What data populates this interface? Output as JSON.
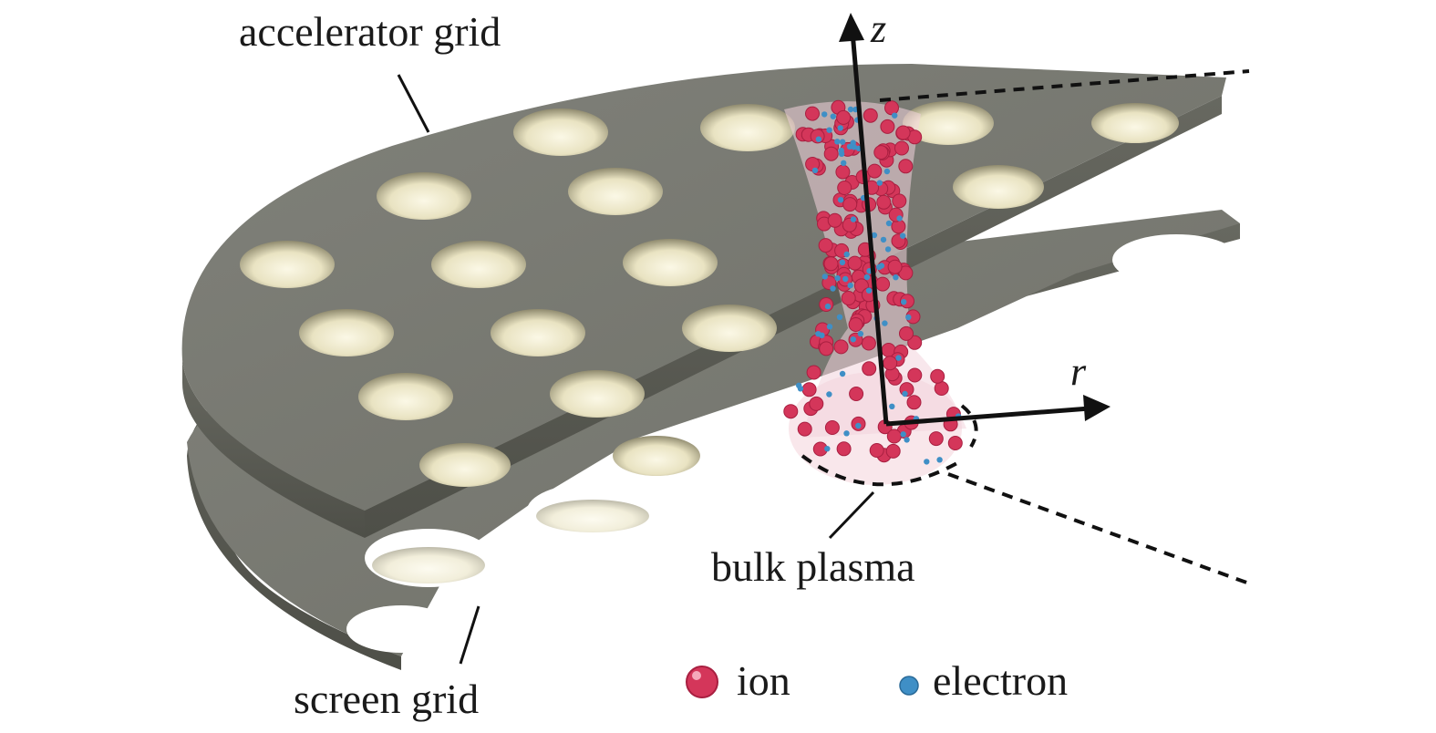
{
  "labels": {
    "accelerator_grid": "accelerator grid",
    "screen_grid": "screen grid",
    "bulk_plasma": "bulk plasma",
    "z_axis": "z",
    "r_axis": "r"
  },
  "legend": {
    "ion": "ion",
    "electron": "electron"
  },
  "colors": {
    "grid_top": "#7a7b72",
    "grid_edge": "#5c5d55",
    "hole_bright": "#f4f1dc",
    "ion": "#d4365a",
    "electron": "#3f8fc6",
    "ink": "#111111"
  }
}
